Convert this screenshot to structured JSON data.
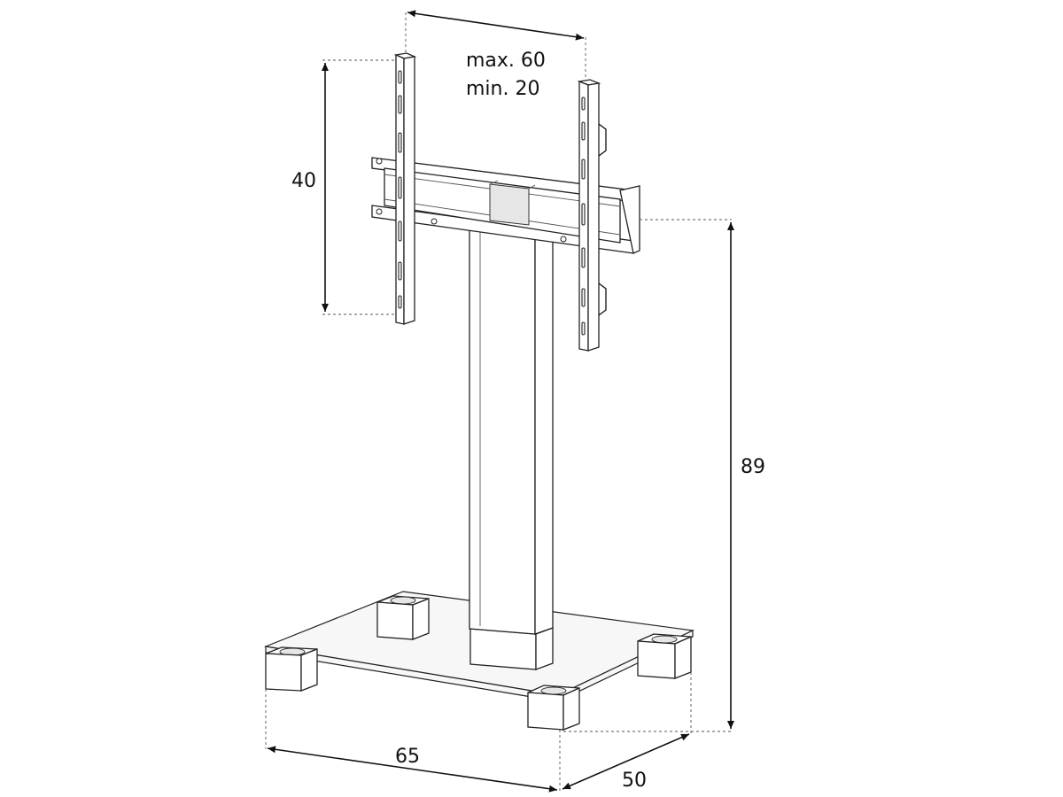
{
  "dimensions": {
    "plate_width": {
      "line1": "max. 60",
      "line2": "min. 20"
    },
    "plate_height": "40",
    "total_height": "89",
    "base_width": "65",
    "base_depth": "50"
  },
  "colors": {
    "line": "#111111",
    "glass": "#f7f7f7"
  }
}
